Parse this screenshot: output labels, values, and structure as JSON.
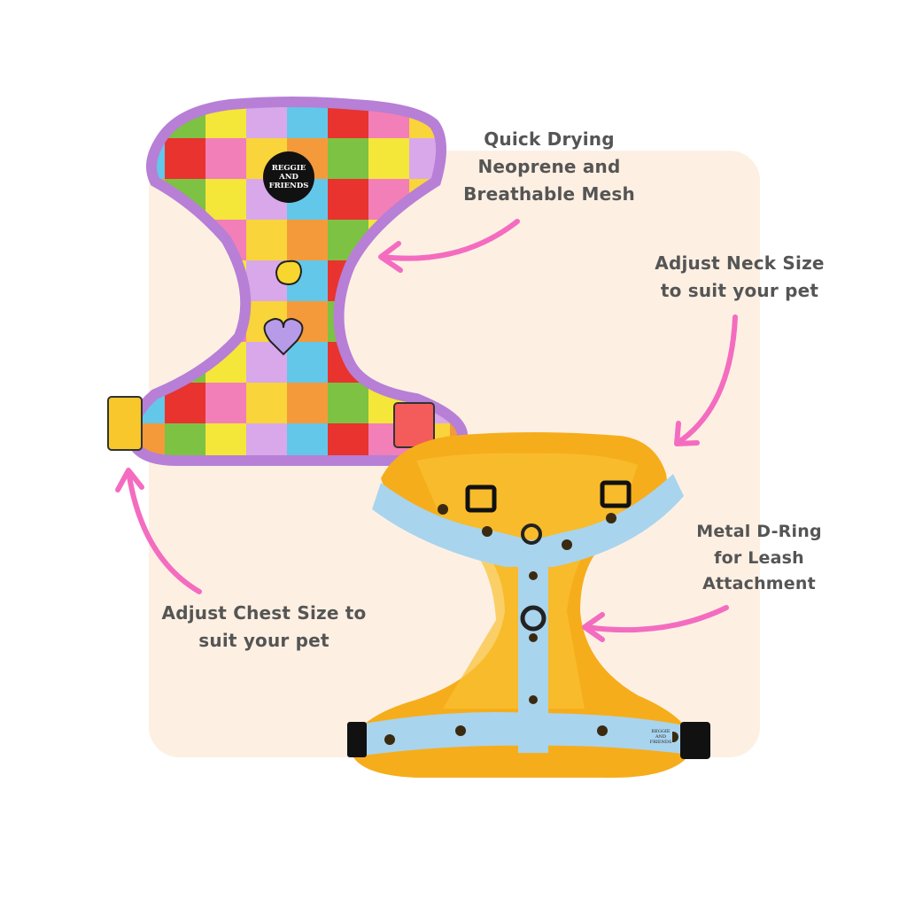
{
  "callouts": {
    "material": {
      "lines": [
        "Quick Drying",
        "Neoprene and",
        "Breathable Mesh"
      ]
    },
    "neck": {
      "lines": [
        "Adjust Neck Size",
        "to suit your pet"
      ]
    },
    "dring": {
      "lines": [
        "Metal D-Ring",
        "for Leash",
        "Attachment"
      ]
    },
    "chest": {
      "lines": [
        "Adjust Chest Size to",
        "suit your pet"
      ]
    }
  },
  "brand": {
    "logo_lines": [
      "REGGIE",
      "AND",
      "FRIENDS"
    ]
  },
  "colors": {
    "panel": "#fdf0e3",
    "arrow": "#f46cc0",
    "text": "#555555",
    "harness1_trim": "#b77fd6",
    "harness2_mesh": "#f6ad1c",
    "harness2_strap": "#a9d4ee"
  }
}
